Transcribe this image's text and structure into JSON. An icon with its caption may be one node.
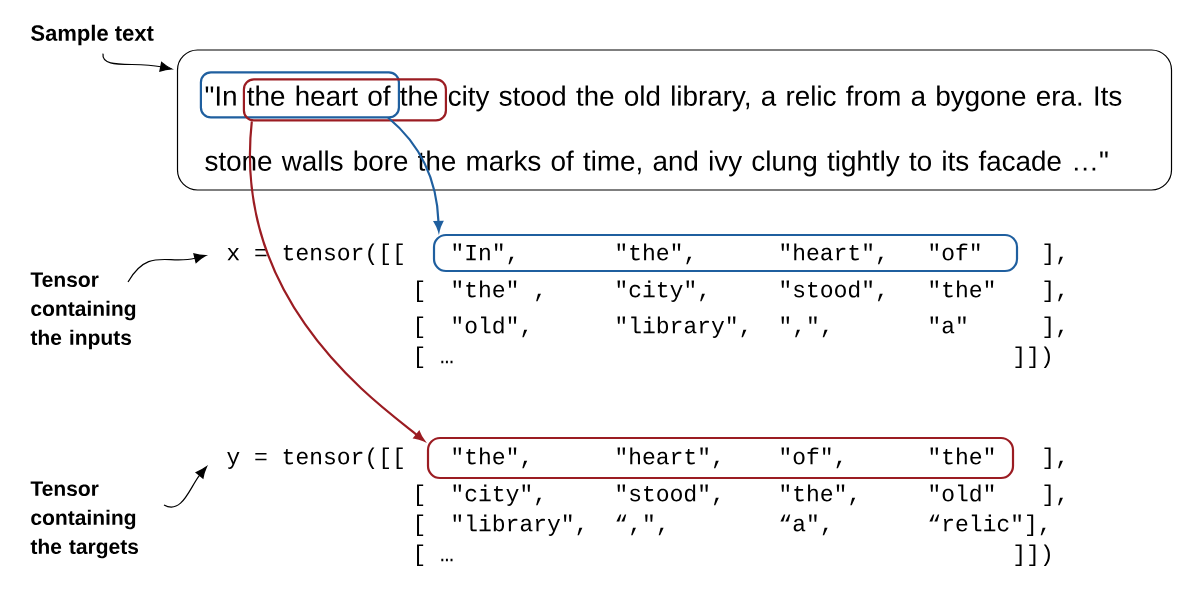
{
  "diagram": {
    "nodes": [
      {
        "text": [
          "Sample text"
        ]
      },
      {
        "text": [
          "\"In the heart of the city stood the old library, a relic from a bygone era. Its stone walls bore the marks of time, and ivy clung tightly to its facade …\""
        ]
      },
      {
        "text": [],
        "shape": "box",
        "in": 1
      },
      {
        "text": [],
        "shape": "box",
        "in": 1
      },
      {
        "text": [
          "x = tensor([["
        ]
      },
      {
        "text": [
          "\"In\",",
          "\"the\",",
          "\"heart\",",
          "\"of\""
        ]
      },
      {
        "text": [
          "Tensor containing the inputs"
        ]
      },
      {
        "text": [
          "y = tensor([["
        ]
      },
      {
        "text": [
          "\"the\",",
          "\"heart\",",
          "\"of\",",
          "\"the\""
        ]
      },
      {
        "text": [
          "Tensor containing the targets"
        ]
      }
    ],
    "edges": [
      {
        "from": 0,
        "to": 1,
        "arrow": "to"
      },
      {
        "from": 2,
        "to": 5,
        "arrow": "to",
        "color": "#1f5f9f"
      },
      {
        "from": 3,
        "to": 8,
        "arrow": "to",
        "color": "#9b1c22"
      },
      {
        "from": 6,
        "to": 4,
        "arrow": "to"
      },
      {
        "from": 9,
        "to": 7,
        "arrow": "to"
      }
    ],
    "labels": [
      "],",
      "[",
      "\"the\" ,",
      "\"city\",",
      "\"stood\",",
      "\"the\"",
      "],",
      "[",
      "\"old\",",
      "\"library\",",
      "\",\",",
      "\"a\"",
      "],",
      "[ …",
      "]])",
      "],",
      "[",
      "\"city\",",
      "\"stood\",",
      "\"the\",",
      "\"old\"",
      "],",
      "[",
      "\"library\",",
      "“,\",",
      "“a\",",
      "“relic\"],",
      "[ …",
      "]])"
    ]
  }
}
